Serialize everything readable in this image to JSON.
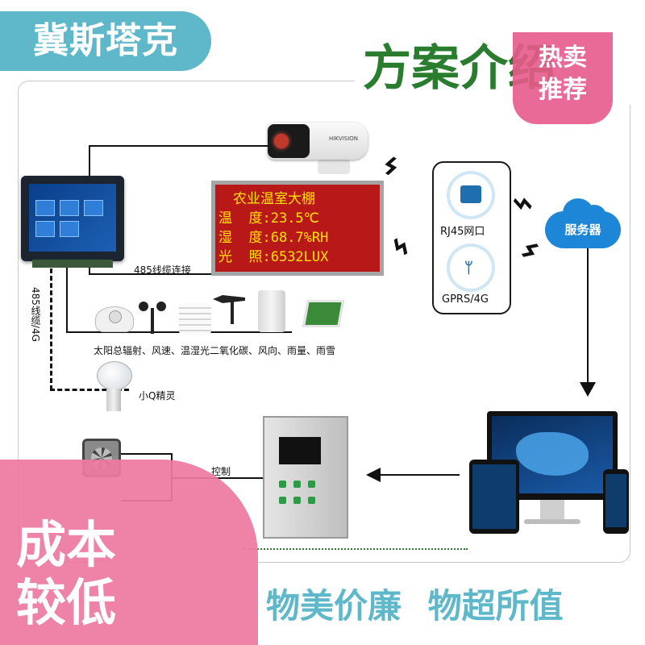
{
  "brand": {
    "name": "冀斯塔克"
  },
  "title": {
    "text": "方案介绍"
  },
  "badges": {
    "hot_line1": "热卖",
    "hot_line2": "推荐",
    "cost_line1": "成本",
    "cost_line2": "较低"
  },
  "slogans": {
    "left": "物美价廉",
    "right": "物超所值"
  },
  "led": {
    "row1": "农业温室大棚",
    "row2_label": "温  度:",
    "row2_value": "23.5℃",
    "row3_label": "湿  度:",
    "row3_value": "68.7%RH",
    "row4_label": "光  照:",
    "row4_value": "6532LUX"
  },
  "network": {
    "rj45": "RJ45网口",
    "gprs": "GPRS/4G"
  },
  "cloud": {
    "label": "服务器"
  },
  "labels": {
    "cable_485": "485线缆连接",
    "cable_485_4g": "485线缆/4G",
    "sensors": "太阳总辐射、风速、温湿光二氧化碳、风向、雨量、雨雪",
    "xiaoq": "小Q精灵",
    "control": "控制"
  },
  "camera": {
    "brand": "HIKVISION"
  },
  "colors": {
    "brand_teal": "#5fb8c9",
    "title_green": "#2a7d2e",
    "badge_pink": "#e85a8c",
    "led_red": "#b81818",
    "led_yellow": "#ffe400",
    "cloud_blue": "#1e86d6"
  }
}
